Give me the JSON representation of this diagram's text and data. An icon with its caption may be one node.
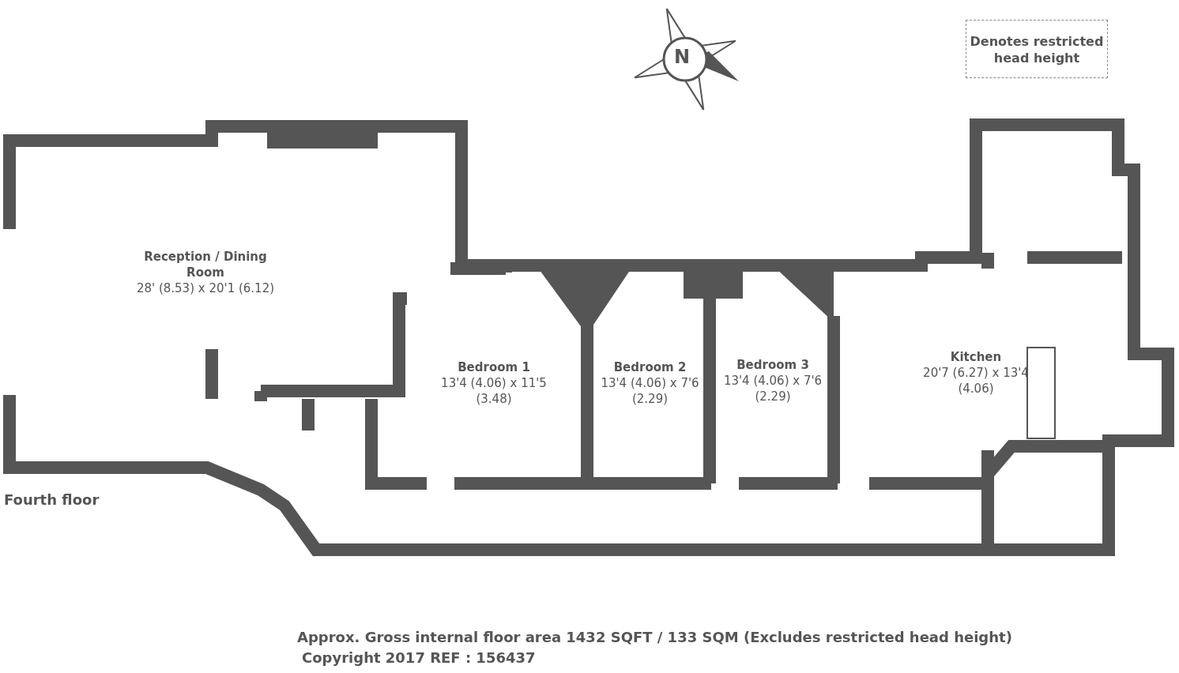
{
  "diagram": {
    "caption": "Approx. Gross internal floor area 1432 SQFT / 133 SQM (Excludes restricted head height)",
    "nodes": [
      {
        "text": [
          "Reception / Dining Room",
          "28' (8.53) x 20'1 (6.12)"
        ]
      },
      {
        "text": [
          "Bedroom 1",
          "13'4 (4.06) x 11'5 (3.48)"
        ]
      },
      {
        "text": [
          "Bedroom 2",
          "13'4 (4.06) x 7'6 (2.29)"
        ]
      },
      {
        "text": [
          "Bedroom 3",
          "13'4 (4.06) x 7'6 (2.29)"
        ]
      },
      {
        "text": [
          "Kitchen",
          "20'7 (6.27) x 13'4 (4.06)"
        ]
      }
    ],
    "edges": [],
    "labels": [
      "N",
      "Fourth floor",
      "Copyright 2017 REF : 156437"
    ],
    "legend": [
      {
        "text": "Denotes restricted head height"
      }
    ]
  }
}
